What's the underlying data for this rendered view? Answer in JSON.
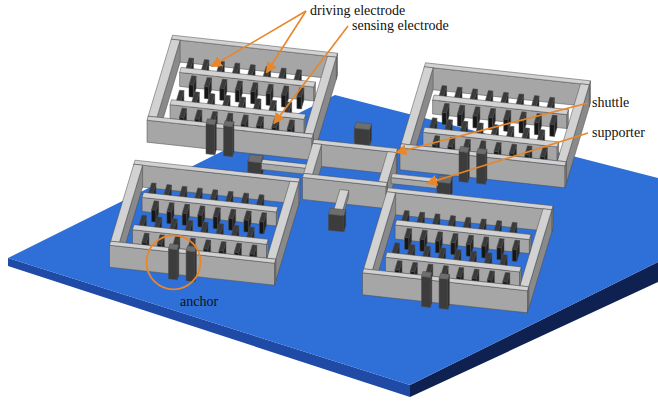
{
  "diagram": {
    "labels": [
      "driving electrode",
      "sensing electrode",
      "shuttle",
      "supporter",
      "anchor"
    ]
  }
}
